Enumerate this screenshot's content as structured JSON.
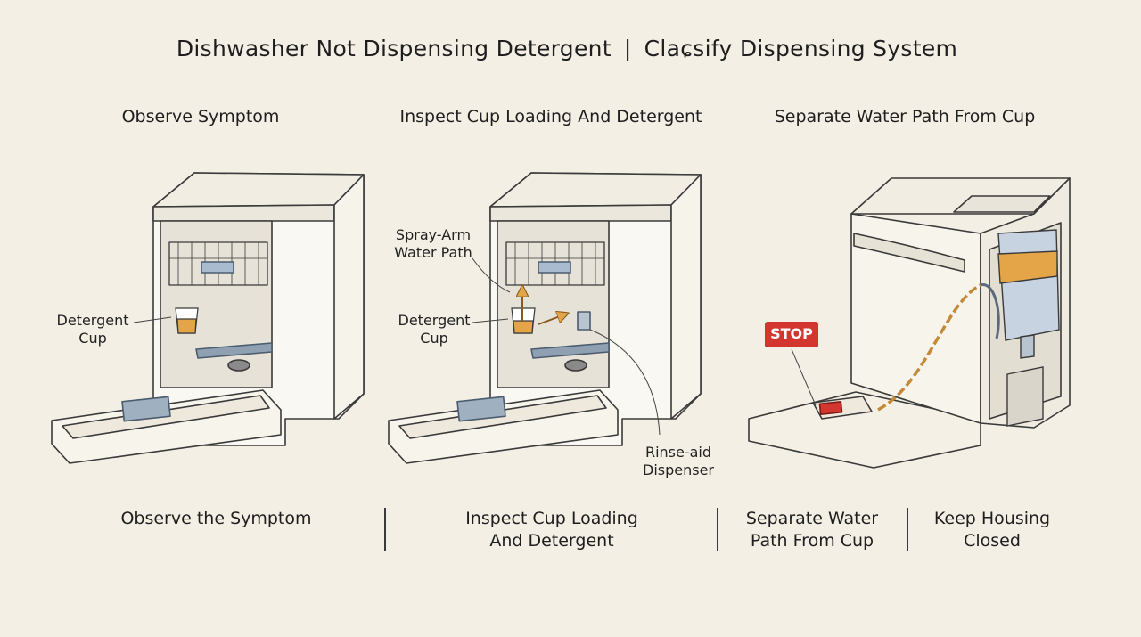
{
  "title": {
    "part1": "Dishwasher Not Dispensing Detergent",
    "separator": "|",
    "part2": "Claɕsify Dispensing System"
  },
  "steps": [
    {
      "heading": "Observe Symptom"
    },
    {
      "heading": "Inspect Cup Loading And Detergent"
    },
    {
      "heading": "Separate Water Path From Cup"
    }
  ],
  "callouts": {
    "detergent_cup_1": [
      "Detergent",
      "Cup"
    ],
    "spray_arm": [
      "Spray-Arm",
      "Water Path"
    ],
    "detergent_cup_2": [
      "Detergent",
      "Cup"
    ],
    "rinse_aid": [
      "Rinse-aid",
      "Dispenser"
    ],
    "stop": "STOP"
  },
  "bottom_labels": [
    [
      "Observe the Symptom"
    ],
    [
      "Inspect Cup Loading",
      "And Detergent"
    ],
    [
      "Separate Water",
      "Path From Cup"
    ],
    [
      "Keep Housing",
      "Closed"
    ]
  ],
  "colors": {
    "background": "#f3efe5",
    "stop": "#d3362f",
    "detergent": "#e3a548",
    "reservoir": "#c7d3e0"
  }
}
